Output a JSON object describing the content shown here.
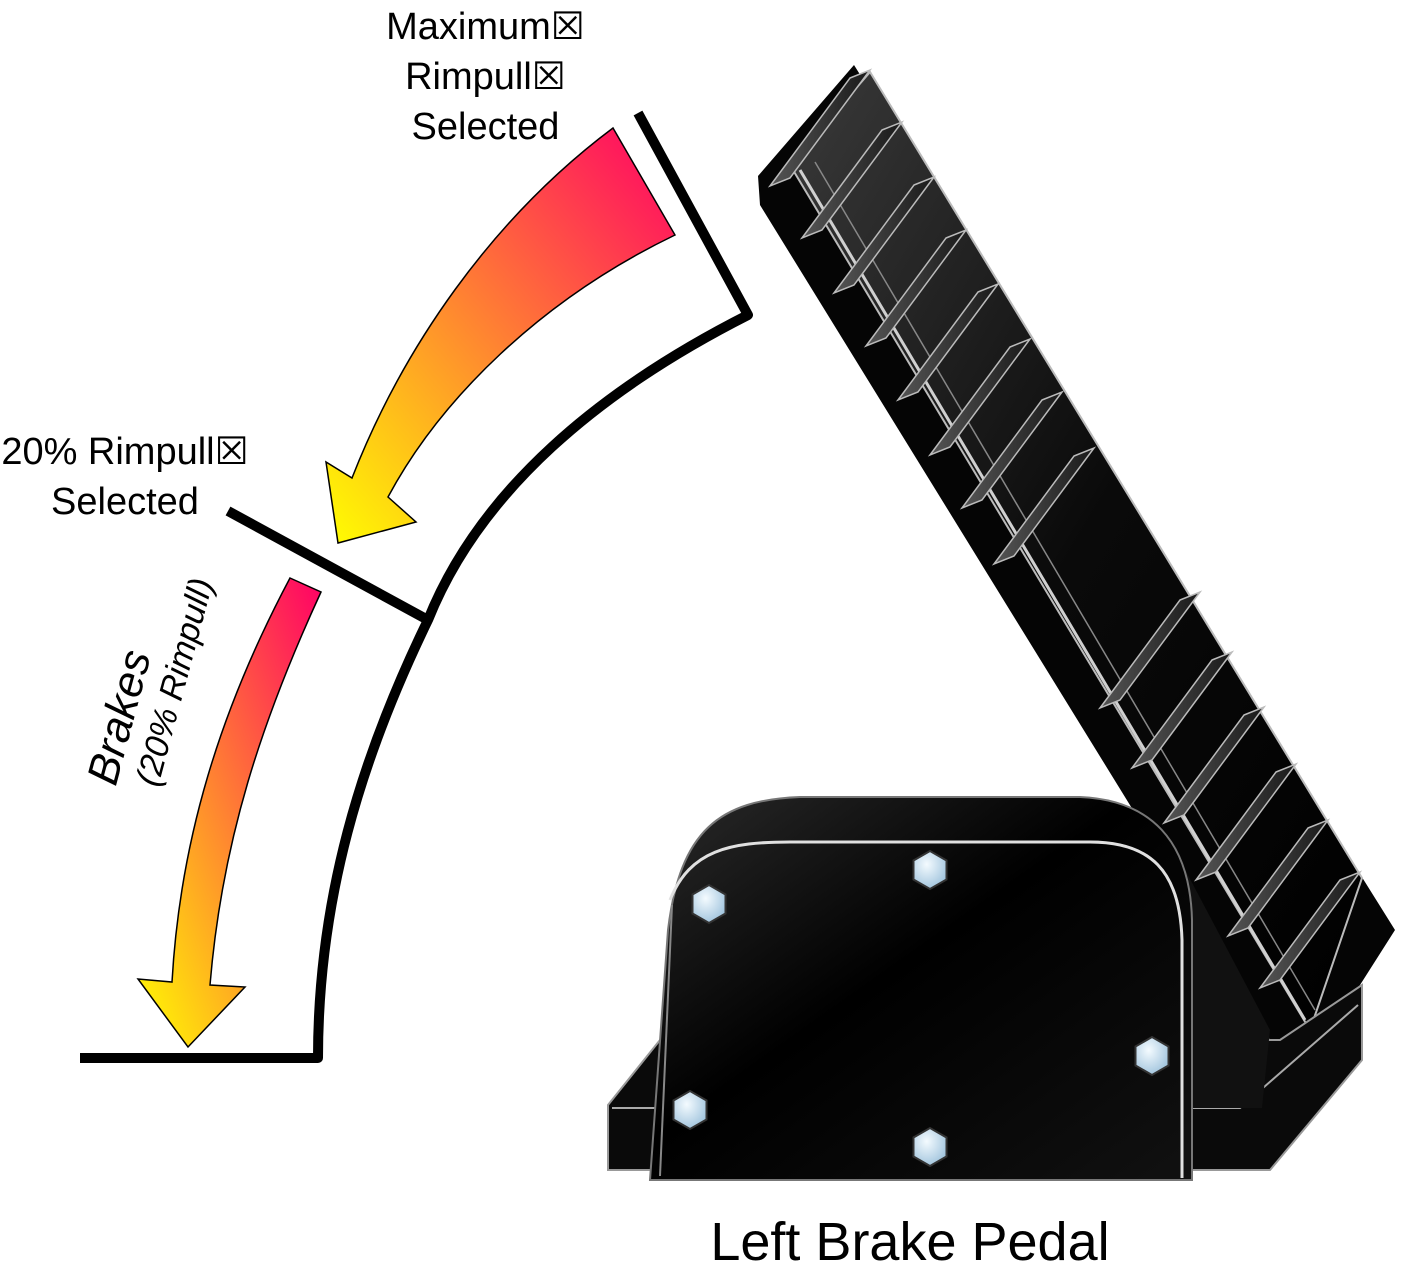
{
  "labels": {
    "max_rimpull": [
      "Maximum☒",
      "Rimpull☒",
      "Selected"
    ],
    "twenty_rimpull": [
      "20% Rimpull☒",
      "Selected"
    ],
    "brakes": "Brakes",
    "brakes_sub": "(20% Rimpull)",
    "title": "Left Brake Pedal"
  },
  "colors": {
    "arrow_gradient_start": "#ffff00",
    "arrow_gradient_end": "#ff0066",
    "outline": "#000000",
    "bolt": "#c8dff0"
  }
}
